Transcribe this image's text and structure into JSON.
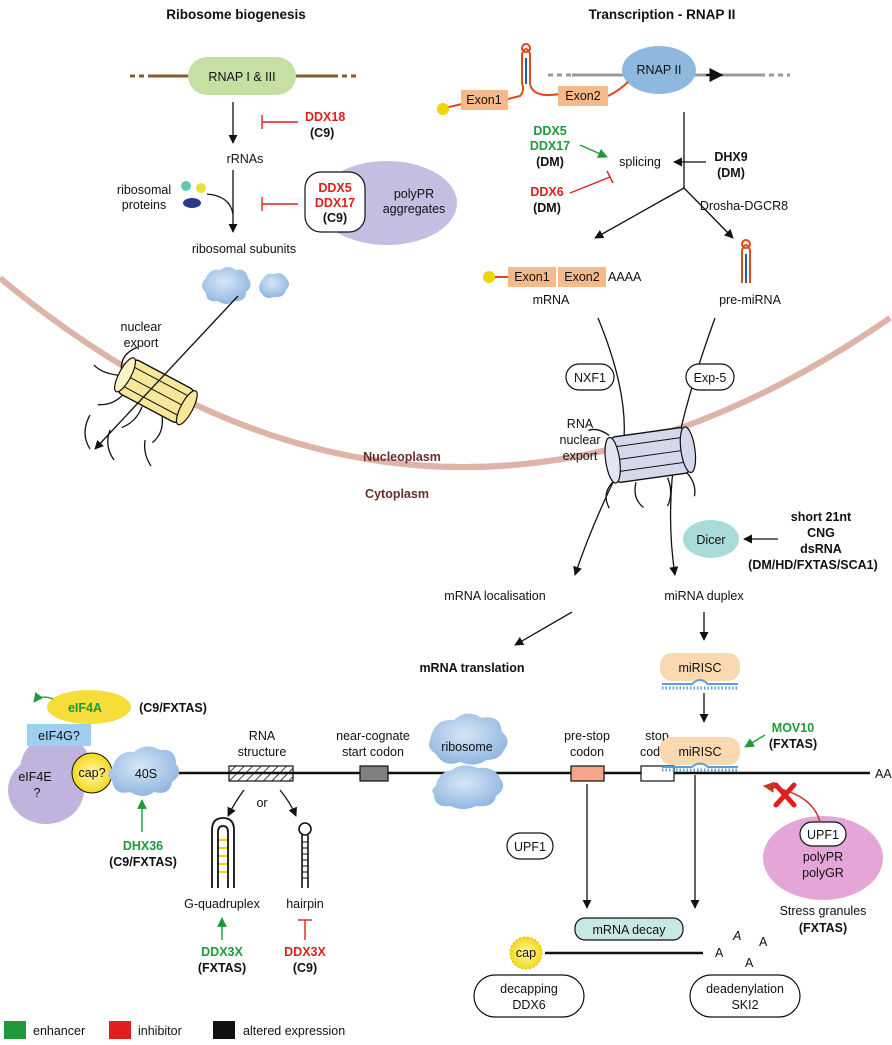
{
  "headers": {
    "ribosome_biogenesis": "Ribosome biogenesis",
    "transcription": "Transcription - RNAP II"
  },
  "ribosome": {
    "rnap_label": "RNAP I & III",
    "ddx18": "DDX18",
    "ddx18_disease": "(C9)",
    "rrnas": "rRNAs",
    "ribosomal_proteins_line1": "ribosomal",
    "ribosomal_proteins_line2": "proteins",
    "ddx5": "DDX5",
    "ddx17": "DDX17",
    "polypr_disease": "(C9)",
    "polypr_line1": "polyPR",
    "polypr_line2": "aggregates",
    "ribosomal_subunits": "ribosomal subunits",
    "nuclear_export_line1": "nuclear",
    "nuclear_export_line2": "export"
  },
  "transcription": {
    "rnap2_label": "RNAP II",
    "exon1": "Exon1",
    "exon2": "Exon2",
    "ddx5": "DDX5",
    "ddx17": "DDX17",
    "ddx5_17_disease": "(DM)",
    "splicing": "splicing",
    "ddx6": "DDX6",
    "ddx6_disease": "(DM)",
    "dhx9": "DHX9",
    "dhx9_disease": "(DM)",
    "drosha": "Drosha-DGCR8",
    "mrna_exon1": "Exon1",
    "mrna_exon2": "Exon2",
    "polya": "AAAA",
    "mrna": "mRNA",
    "pre_mirna": "pre-miRNA",
    "nxf1": "NXF1",
    "exp5": "Exp-5",
    "rna_export_line1": "RNA",
    "rna_export_line2": "nuclear",
    "rna_export_line3": "export"
  },
  "compartments": {
    "nucleoplasm": "Nucleoplasm",
    "cytoplasm": "Cytoplasm"
  },
  "cytoplasm": {
    "dicer": "Dicer",
    "dicer_input_line1": "short 21nt",
    "dicer_input_line2": "CNG",
    "dicer_input_line3": "dsRNA",
    "dicer_input_line4": "(DM/HD/FXTAS/SCA1)",
    "mrna_localisation": "mRNA localisation",
    "mirna_duplex": "miRNA duplex",
    "mrna_translation": "mRNA translation",
    "mirisc_top": "miRISC"
  },
  "translation": {
    "eif4a": "eIF4A",
    "eif4a_disease": "(C9/FXTAS)",
    "eif4g": "eIF4G?",
    "eif4e_line1": "eIF4E",
    "eif4e_line2": "?",
    "cap": "cap?",
    "s40": "40S",
    "dhx36": "DHX36",
    "dhx36_disease": "(C9/FXTAS)",
    "rna_structure_line1": "RNA",
    "rna_structure_line2": "structure",
    "or": "or",
    "g_quadruplex": "G-quadruplex",
    "hairpin": "hairpin",
    "ddx3x_green": "DDX3X",
    "ddx3x_green_disease": "(FXTAS)",
    "ddx3x_red": "DDX3X",
    "ddx3x_red_disease": "(C9)",
    "near_cognate_line1": "near-cognate",
    "near_cognate_line2": "start codon",
    "ribosome": "ribosome",
    "prestop_line1": "pre-stop",
    "prestop_line2": "codon",
    "stop_line1": "stop",
    "stop_line2": "codon",
    "mirisc": "miRISC",
    "mov10": "MOV10",
    "mov10_disease": "(FXTAS)",
    "polya": "AAAA",
    "upf1_left": "UPF1",
    "upf1_sg": "UPF1",
    "polypr": "polyPR",
    "polygr": "polyGR",
    "stress_granules": "Stress granules",
    "stress_granules_disease": "(FXTAS)"
  },
  "decay": {
    "mrna_decay": "mRNA decay",
    "cap": "cap",
    "decapping_line1": "decapping",
    "decapping_line2": "DDX6",
    "deadenylation_line1": "deadenylation",
    "deadenylation_line2": "SKI2",
    "a_letter": "A"
  },
  "legend": {
    "enhancer": "enhancer",
    "inhibitor": "inhibitor",
    "altered": "altered expression",
    "enhancer_color": "#1f9a3a",
    "inhibitor_color": "#e01e1e",
    "altered_color": "#111111"
  }
}
